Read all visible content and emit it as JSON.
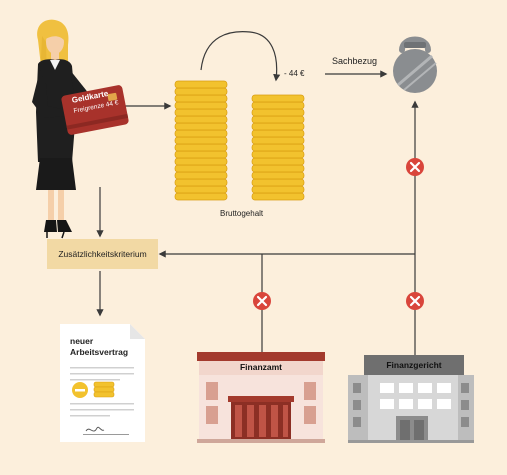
{
  "diagram": {
    "labels": {
      "sachbezug": "Sachbezug",
      "minus_amount": "- 44 €",
      "bruttogehalt": "Bruttogehalt",
      "kriterium": "Zusätzlichkeitskriterium",
      "finanzamt": "Finanzamt",
      "finanzgericht": "Finanzgericht",
      "document_line1": "neuer",
      "document_line2": "Arbeitsvertrag"
    },
    "card": {
      "title": "Geldkarte",
      "limit": "Freigrenze 44 €"
    },
    "colors": {
      "background": "#fcefdc",
      "coin_gold": "#f2c22e",
      "coin_shadow": "#d99d10",
      "card_red": "#a8322b",
      "blocked_red": "#d9453b",
      "kriterium_box": "#f2d9a4",
      "arrow": "#3a3a3a",
      "finanzamt_roof": "#a33a2d",
      "finanzgericht_roof": "#6f6f6f"
    },
    "icons": [
      "businesswoman",
      "kettlebell-icon",
      "block-icon",
      "building-icon",
      "document-icon",
      "coin-stack"
    ]
  }
}
